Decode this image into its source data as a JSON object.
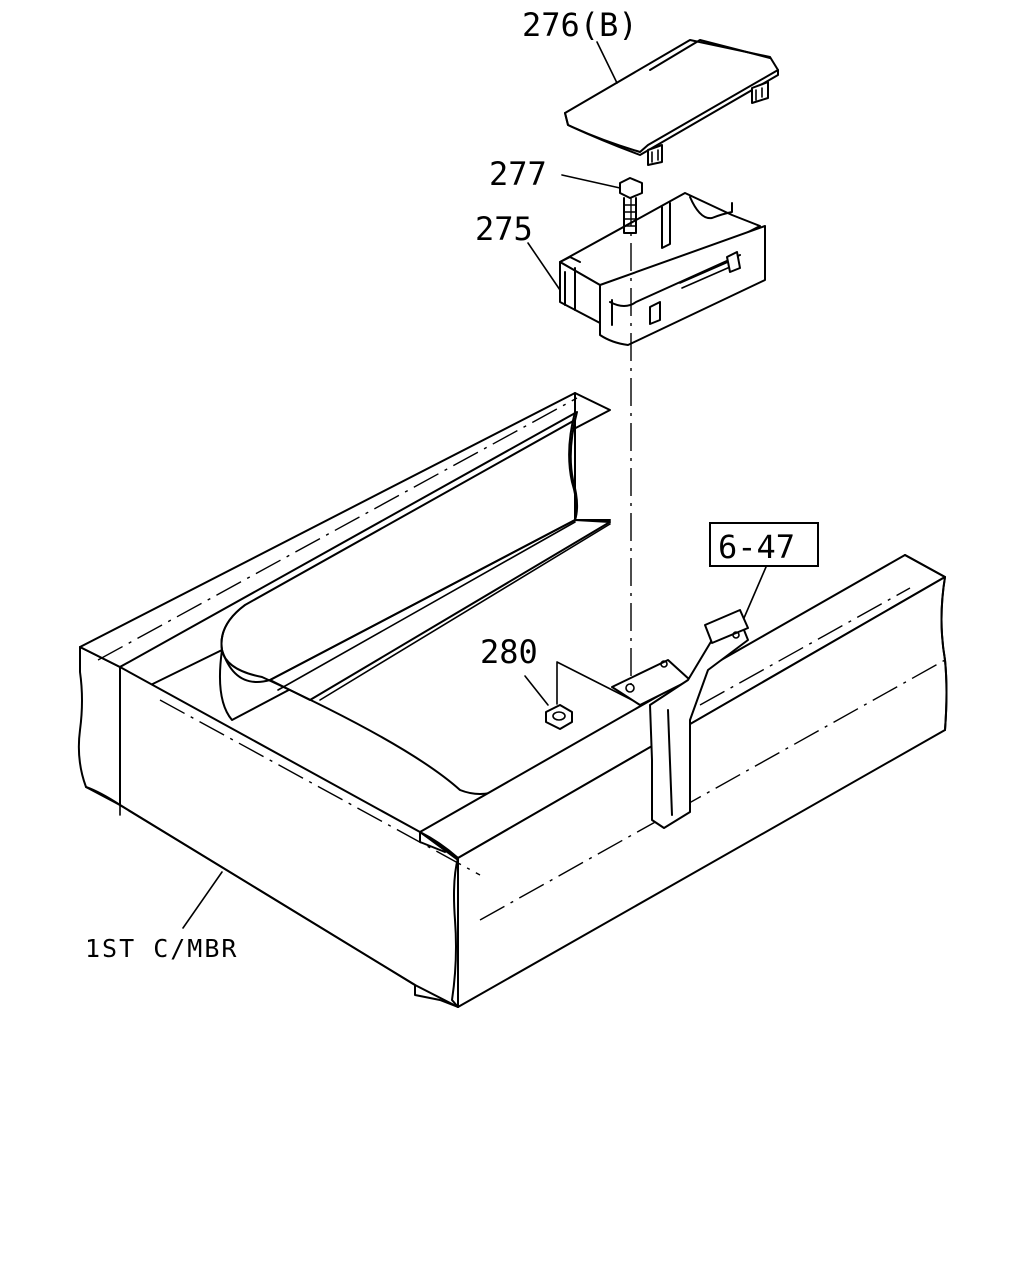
{
  "callouts": {
    "cover": "276(B)",
    "bolt": "277",
    "bracket": "275",
    "nut": "280",
    "ref_box": "6-47",
    "crossmember": "1ST C/MBR"
  }
}
